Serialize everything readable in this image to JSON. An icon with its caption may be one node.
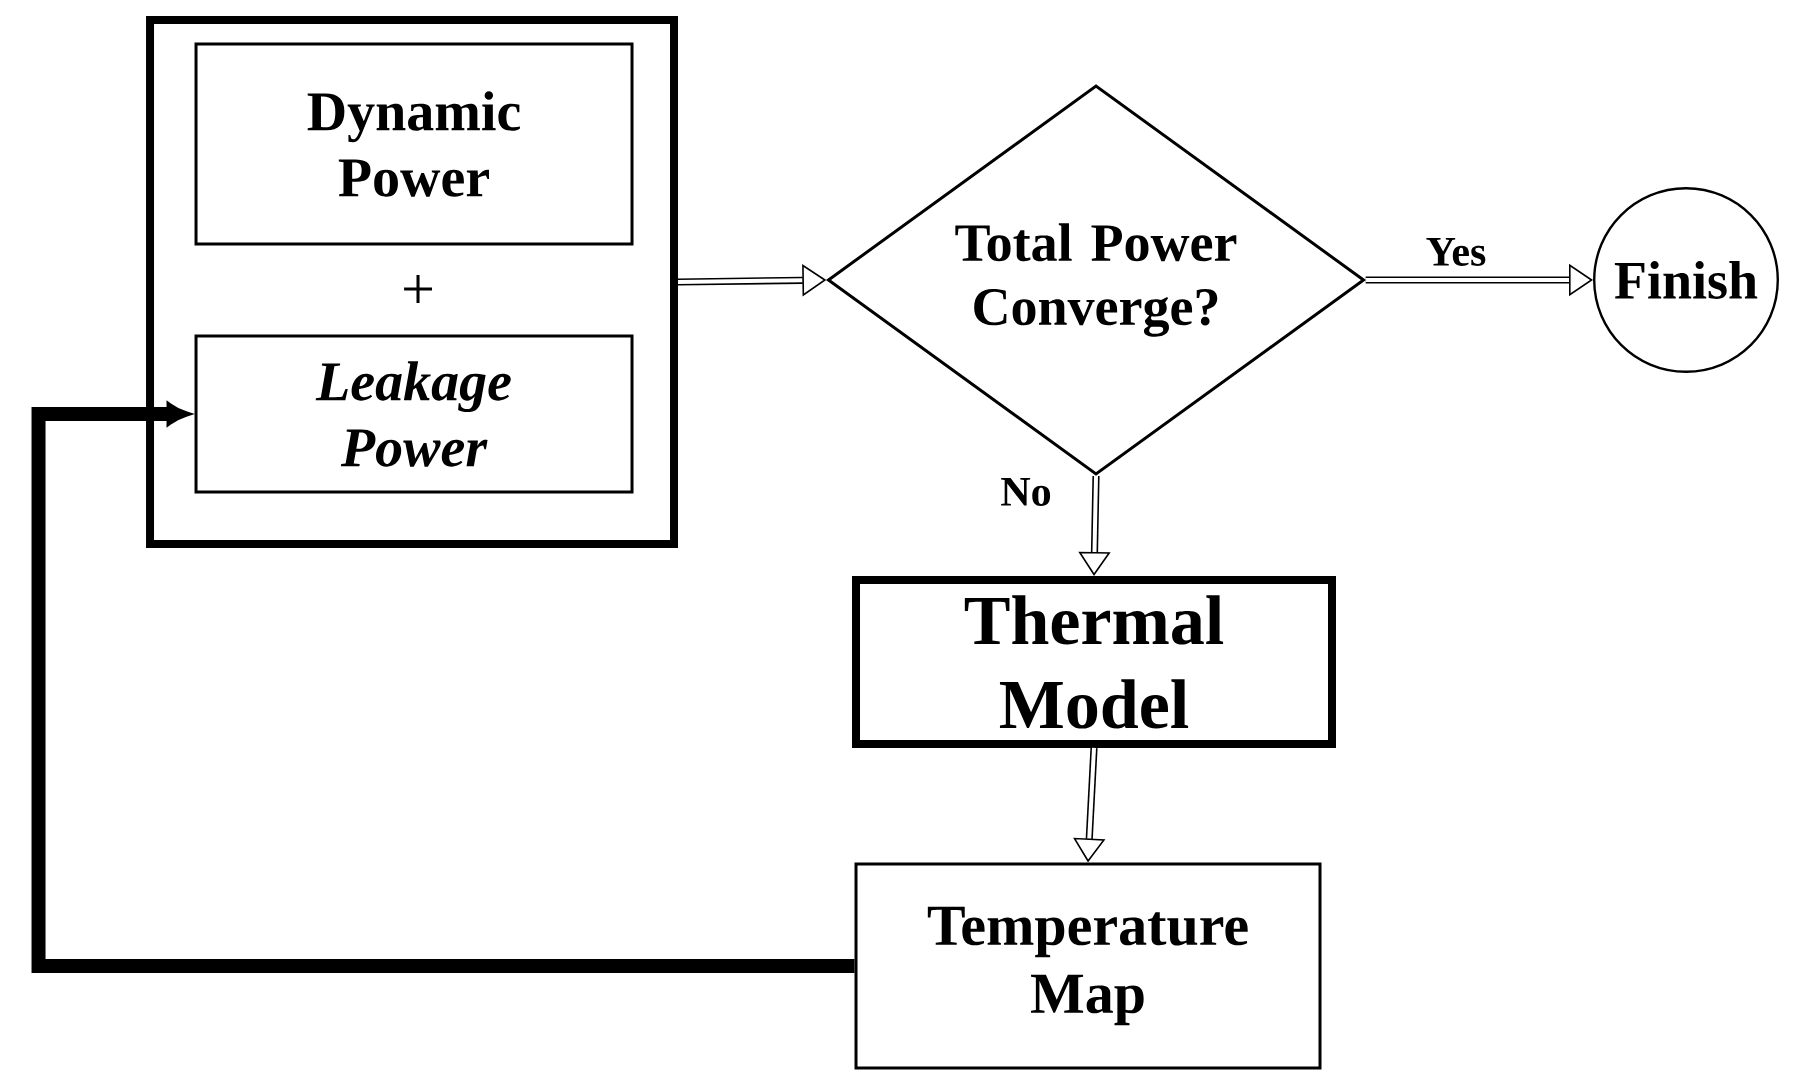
{
  "diagram": {
    "nodes": [
      {
        "text": [],
        "shape": "box"
      },
      {
        "text": [
          "Dynamic Power"
        ],
        "in": 0
      },
      {
        "text": [
          "Leakage Power"
        ],
        "in": 0
      },
      {
        "text": [
          "Total Power Converge?"
        ]
      },
      {
        "text": [
          "Finish"
        ]
      },
      {
        "text": [
          "Thermal Model"
        ]
      },
      {
        "text": [
          "Temperature Map"
        ]
      }
    ],
    "edges": [
      {
        "from": 0,
        "to": 3,
        "arrow": "to"
      },
      {
        "from": 3,
        "to": 4,
        "arrow": "to",
        "label": "Yes"
      },
      {
        "from": 3,
        "to": 5,
        "arrow": "to",
        "label": "No"
      },
      {
        "from": 5,
        "to": 6,
        "arrow": "to"
      },
      {
        "from": 6,
        "to": 2,
        "arrow": "to",
        "style": "thick"
      }
    ],
    "labels": [
      "+"
    ]
  }
}
